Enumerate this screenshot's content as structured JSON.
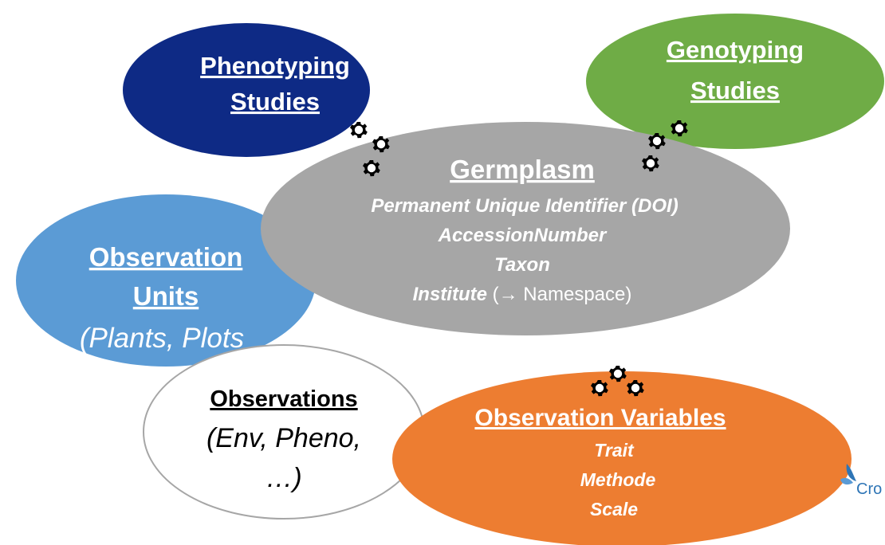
{
  "colors": {
    "phenotyping": "#0e2a85",
    "genotyping": "#6fac46",
    "germplasm": "#a6a6a6",
    "observation_units": "#5b9bd5",
    "observations_fill": "#ffffff",
    "observations_stroke": "#a6a6a6",
    "observation_variables": "#ed7d31",
    "crop_logo": "#2e75b6"
  },
  "phenotyping": {
    "title_line1": "Phenotyping",
    "title_line2": "Studies"
  },
  "genotyping": {
    "title_line1": "Genotyping",
    "title_line2": "Studies"
  },
  "germplasm": {
    "title": "Germplasm",
    "line1": "Permanent Unique Identifier (DOI)",
    "line2": "AccessionNumber",
    "line3": "Taxon",
    "line4_bold": "Institute",
    "line4_rest_prefix": " (",
    "line4_arrow": "→",
    "line4_rest_suffix": " Namespace)"
  },
  "observation_units": {
    "title_line1": "Observation",
    "title_line2": "Units",
    "subtitle": "(Plants, Plots"
  },
  "observations": {
    "title": "Observations",
    "line1": "(Env, Pheno,",
    "line2": "…)"
  },
  "observation_variables": {
    "title": "Observation Variables",
    "line1": "Trait",
    "line2": "Methode",
    "line3": "Scale"
  },
  "logo": {
    "text": "Cro",
    "icon": "crop-ontology-leaf-icon"
  },
  "icons": {
    "gear": "gear-icon"
  }
}
